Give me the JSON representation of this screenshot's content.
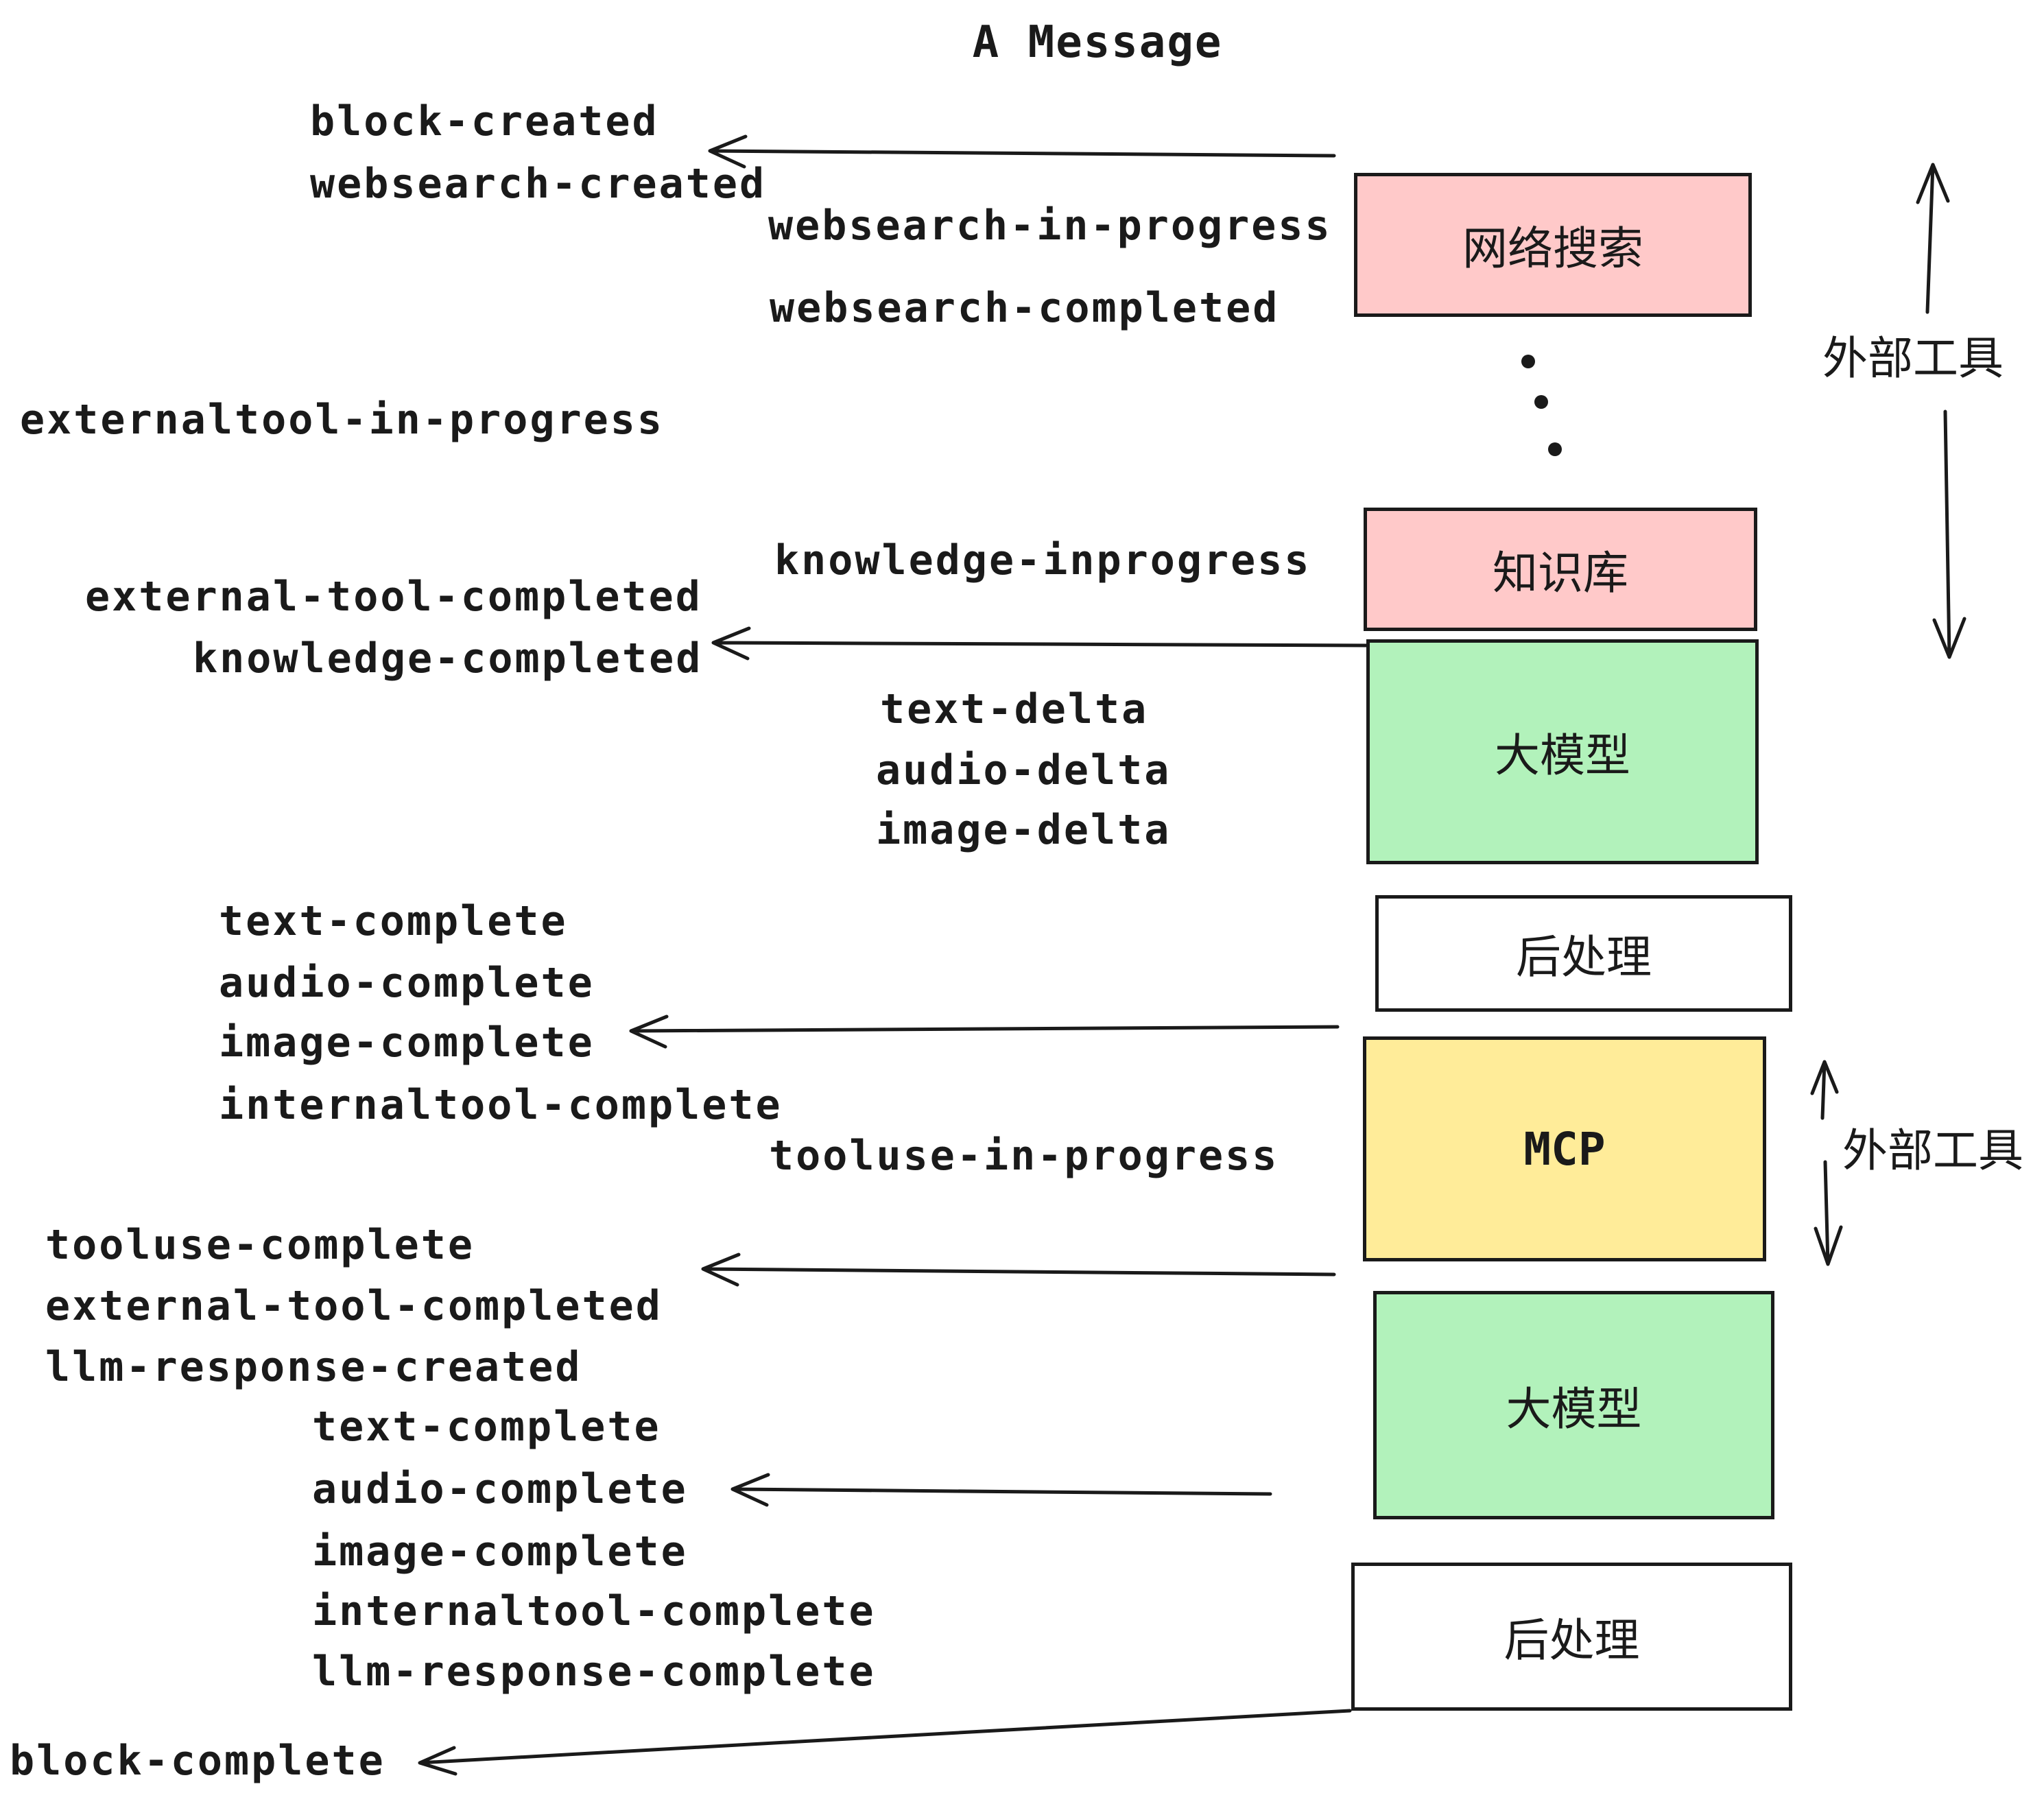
{
  "title": "A Message",
  "colors": {
    "pink": "#ffc9c9",
    "green": "#b2f2bb",
    "yellow": "#ffec99",
    "white": "#ffffff",
    "ink": "#1a1a1a"
  },
  "boxes": [
    {
      "id": "websearch",
      "label": "网络搜索",
      "fill": "pink"
    },
    {
      "id": "knowledge",
      "label": "知识库",
      "fill": "pink"
    },
    {
      "id": "llm-1",
      "label": "大模型",
      "fill": "green"
    },
    {
      "id": "post-1",
      "label": "后处理",
      "fill": "white"
    },
    {
      "id": "mcp",
      "label": "MCP",
      "fill": "yellow"
    },
    {
      "id": "llm-2",
      "label": "大模型",
      "fill": "green"
    },
    {
      "id": "post-2",
      "label": "后处理",
      "fill": "white"
    }
  ],
  "events": [
    {
      "id": "block-created",
      "label": "block-created"
    },
    {
      "id": "websearch-created",
      "label": "websearch-created"
    },
    {
      "id": "websearch-in-progress",
      "label": "websearch-in-progress"
    },
    {
      "id": "websearch-completed",
      "label": "websearch-completed"
    },
    {
      "id": "externaltool-in-progress",
      "label": "externaltool-in-progress"
    },
    {
      "id": "knowledge-inprogress",
      "label": "knowledge-inprogress"
    },
    {
      "id": "external-tool-completed-1",
      "label": "external-tool-completed"
    },
    {
      "id": "knowledge-completed",
      "label": "knowledge-completed"
    },
    {
      "id": "text-delta-1",
      "label": "text-delta"
    },
    {
      "id": "audio-delta-1",
      "label": "audio-delta"
    },
    {
      "id": "image-delta-1",
      "label": "image-delta"
    },
    {
      "id": "text-complete-1",
      "label": "text-complete"
    },
    {
      "id": "audio-complete-1",
      "label": "audio-complete"
    },
    {
      "id": "image-complete-1",
      "label": "image-complete"
    },
    {
      "id": "internaltool-complete-1",
      "label": "internaltool-complete"
    },
    {
      "id": "tooluse-in-progress",
      "label": "tooluse-in-progress"
    },
    {
      "id": "tooluse-complete",
      "label": "tooluse-complete"
    },
    {
      "id": "external-tool-completed-2",
      "label": "external-tool-completed"
    },
    {
      "id": "llm-response-created",
      "label": "llm-response-created"
    },
    {
      "id": "text-complete-2",
      "label": "text-complete"
    },
    {
      "id": "audio-complete-2",
      "label": "audio-complete"
    },
    {
      "id": "image-complete-2",
      "label": "image-complete"
    },
    {
      "id": "internaltool-complete-2",
      "label": "internaltool-complete"
    },
    {
      "id": "llm-response-complete",
      "label": "llm-response-complete"
    },
    {
      "id": "block-complete",
      "label": "block-complete"
    }
  ],
  "annotations": [
    {
      "id": "external-tools-top",
      "label": "外部工具"
    },
    {
      "id": "external-tools-mcp",
      "label": "外部工具"
    }
  ]
}
